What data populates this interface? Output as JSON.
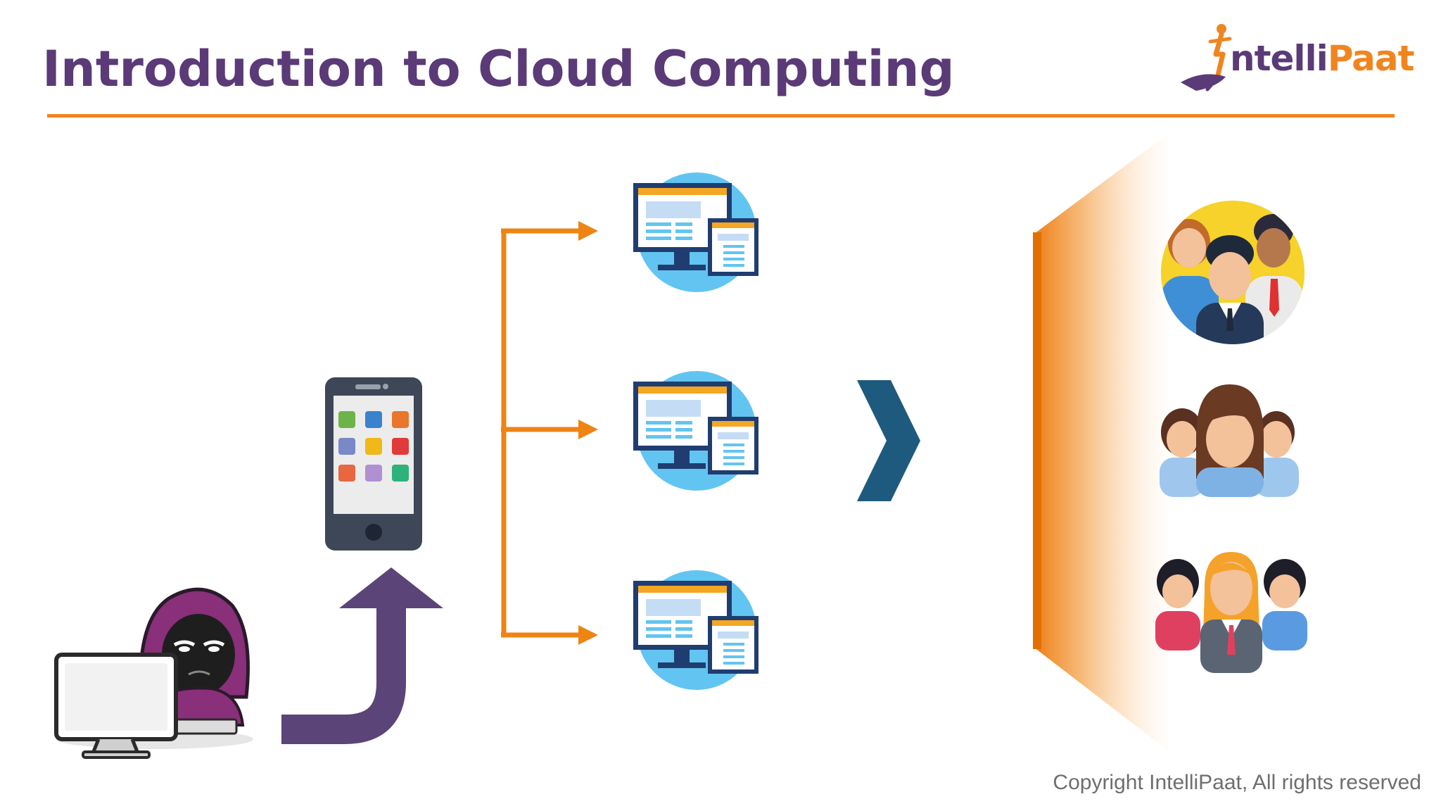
{
  "slide": {
    "title": "Introduction to Cloud Computing",
    "footer": "Copyright IntelliPaat, All rights reserved"
  },
  "logo": {
    "part1": "ntelli",
    "part2": "Paat"
  },
  "colors": {
    "title_purple": "#5b3a78",
    "accent_orange": "#f0851f",
    "chevron_blue": "#1e5a7e",
    "arrow_purple": "#5b4478",
    "footer_gray": "#6e6e6e"
  },
  "icons": {
    "hacker": "hooded-hacker-at-computer-icon",
    "phone": "smartphone-app-grid-icon",
    "up_arrow": "curved-up-arrow-icon",
    "branch": "three-way-branch-arrow-icon",
    "server": "monitor-with-documents-icon",
    "chevron": "chevron-right-icon",
    "funnel": "orange-projection-funnel-icon",
    "groups": [
      "business-team-icon",
      "women-group-icon",
      "office-team-icon"
    ]
  }
}
